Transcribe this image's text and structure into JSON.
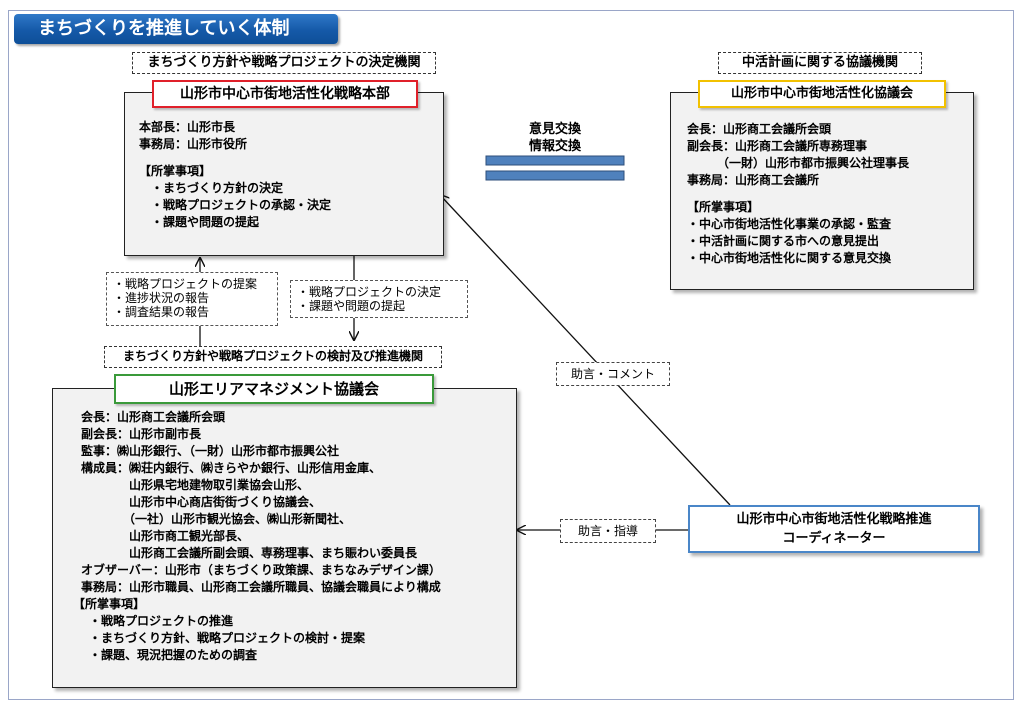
{
  "header": {
    "title": "まちづくりを推進していく体制"
  },
  "hq": {
    "category": "まちづくり方針や戦略プロジェクトの決定機関",
    "title": "山形市中心市街地活性化戦略本部",
    "lines": [
      "本部長：山形市長",
      "事務局：山形市役所",
      "",
      "【所掌事項】",
      "・まちづくり方針の決定",
      "・戦略プロジェクトの承認・決定",
      "・課題や問題の提起"
    ]
  },
  "council": {
    "category": "中活計画に関する協議機関",
    "title": "山形市中心市街地活性化協議会",
    "lines": [
      "会長：山形商工会議所会頭",
      "副会長：山形商工会議所専務理事",
      "　　　（一財）山形市都市振興公社理事長",
      "事務局：山形商工会議所",
      "",
      "【所掌事項】",
      "・中心市街地活性化事業の承認・監査",
      "・中活計画に関する市への意見提出",
      "・中心市街地活性化に関する意見交換"
    ]
  },
  "exchange": {
    "line1": "意見交換",
    "line2": "情報交換"
  },
  "note_up": {
    "lines": [
      "・戦略プロジェクトの提案",
      "・進捗状況の報告",
      "・調査結果の報告"
    ]
  },
  "note_down": {
    "lines": [
      "・戦略プロジェクトの決定",
      "・課題や問題の提起"
    ]
  },
  "area": {
    "category": "まちづくり方針や戦略プロジェクトの検討及び推進機関",
    "title": "山形エリアマネジメント協議会",
    "lines": [
      "会長：山形商工会議所会頭",
      "副会長：山形市副市長",
      "監事：㈱山形銀行、（一財）山形市都市振興公社",
      "構成員：㈱荘内銀行、㈱きらやか銀行、山形信用金庫、",
      "　　　　山形県宅地建物取引業協会山形、",
      "　　　　山形市中心商店街街づくり協議会、",
      "　　　　（一社）山形市観光協会、㈱山形新聞社、",
      "　　　　山形市商工観光部長、",
      "　　　　山形商工会議所副会頭、専務理事、まち賑わい委員長",
      "オブザーバー：山形市（まちづくり政策課、まちなみデザイン課）",
      "事務局：山形市職員、山形商工会議所職員、協議会職員により構成",
      "【所掌事項】",
      "・戦略プロジェクトの推進",
      "・まちづくり方針、戦略プロジェクトの検討・提案",
      "・課題、現況把握のための調査"
    ]
  },
  "coordinator": {
    "line1": "山形市中心市街地活性化戦略推進",
    "line2": "コーディネーター"
  },
  "advice_comment": "助言・コメント",
  "advice_guide": "助言・指導",
  "colors": {
    "hq_border": "#e0202a",
    "council_border": "#f2c100",
    "area_border": "#3a9a3a",
    "coord_border": "#4a86c8",
    "banner": "#1559a8",
    "bar": "#4f81bd"
  }
}
